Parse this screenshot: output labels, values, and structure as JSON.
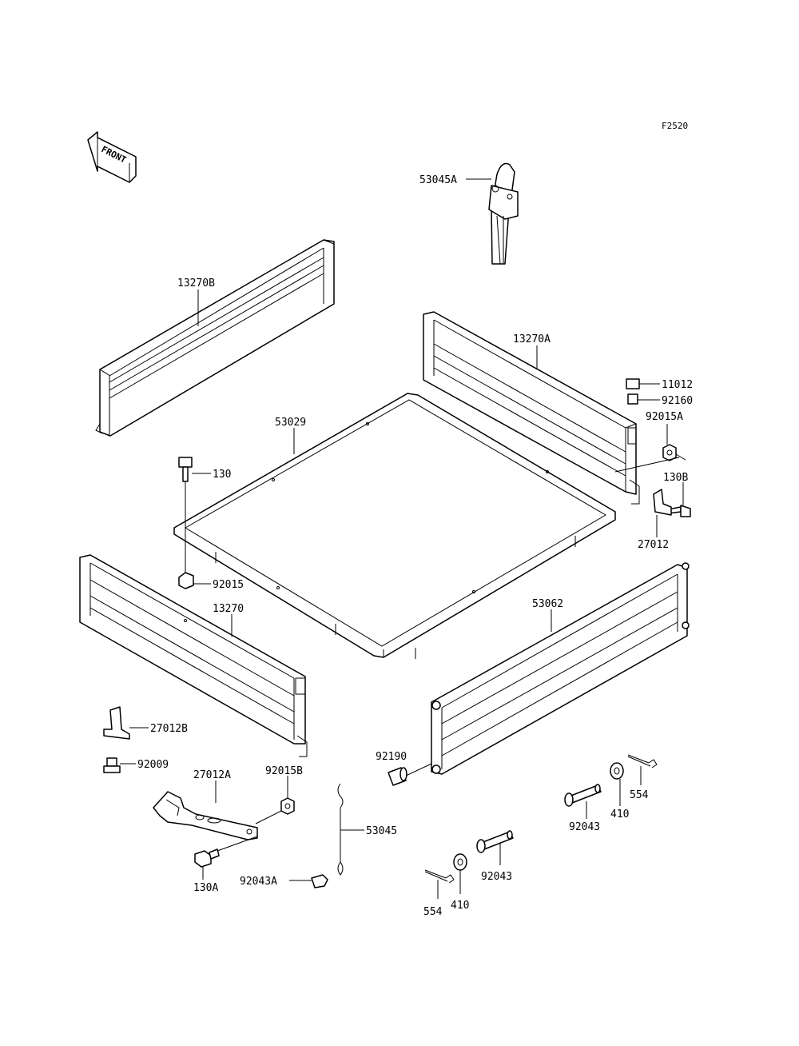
{
  "diagram": {
    "code": "F2520",
    "front_label": "FRONT",
    "parts": {
      "p53045A": "53045A",
      "p13270B": "13270B",
      "p13270A": "13270A",
      "p11012": "11012",
      "p92160": "92160",
      "p92015A": "92015A",
      "p53029": "53029",
      "p130": "130",
      "p130B": "130B",
      "p27012": "27012",
      "p92015": "92015",
      "p13270": "13270",
      "p53062": "53062",
      "p27012B": "27012B",
      "p92009": "92009",
      "p27012A": "27012A",
      "p92015B": "92015B",
      "p92190": "92190",
      "p554_right": "554",
      "p410_right": "410",
      "p92043_right": "92043",
      "p53045": "53045",
      "p92043A": "92043A",
      "p130A": "130A",
      "p554_left": "554",
      "p410_left": "410",
      "p92043_left": "92043"
    }
  }
}
